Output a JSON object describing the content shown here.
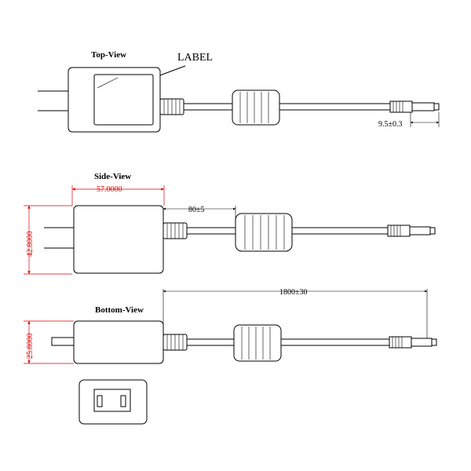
{
  "views": {
    "top": "Top-View",
    "side": "Side-View",
    "bottom": "Bottom-View"
  },
  "callouts": {
    "label": "LABEL"
  },
  "dimensions": {
    "tip_length": "9.5±0.3",
    "width": "57.0000",
    "height": "42.8000",
    "cable_to_core": "80±5",
    "cable_length": "1800±30",
    "depth": "25.8000"
  },
  "colors": {
    "line": "#000000",
    "dimension": "#e00000"
  }
}
